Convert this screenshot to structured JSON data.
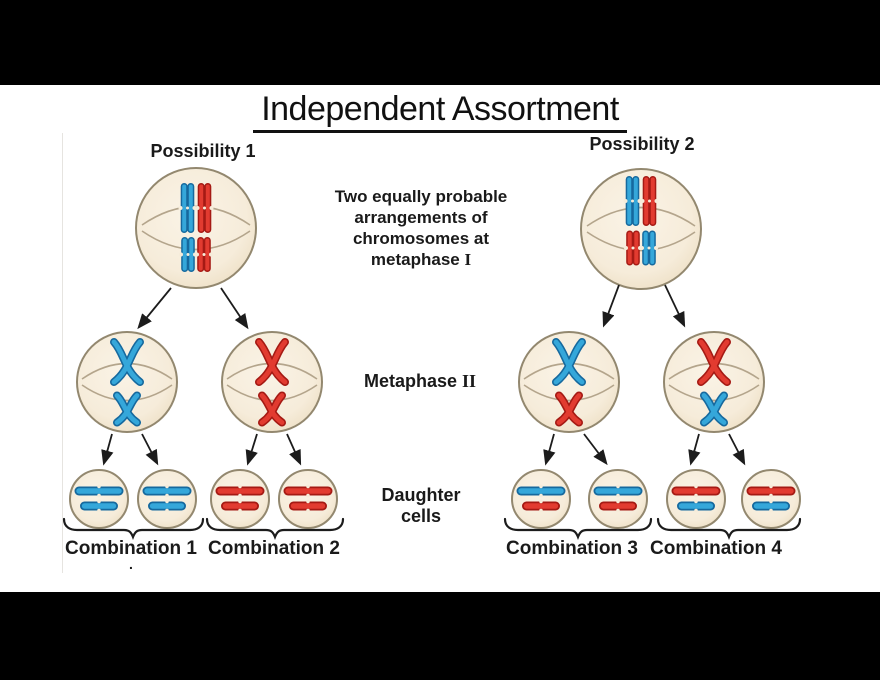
{
  "title": "Independent Assortment",
  "labels": {
    "possibility_1": "Possibility 1",
    "possibility_2": "Possibility 2",
    "metaphase1_annotation": "Two equally probable\narrangements of\nchromosomes at\nmetaphase",
    "metaphase1_numeral": "I",
    "metaphase2_label": "Metaphase",
    "metaphase2_numeral": "II",
    "daughter_cells": "Daughter\ncells",
    "combination_1": "Combination 1",
    "combination_2": "Combination 2",
    "combination_3": "Combination 3",
    "combination_4": "Combination 4",
    "stray_mark": "."
  },
  "colors": {
    "blue_fill": "#35a7da",
    "blue_outline": "#16699e",
    "red_fill": "#e23b30",
    "red_outline": "#a51a14",
    "cell_fill": "#f6ecda",
    "cell_outline": "#93886f",
    "spindle": "#b4a58c",
    "arrow": "#1c1c1c",
    "letterbox": "#000000",
    "slide_background": "#ffffff"
  },
  "diagram": {
    "metaphase1_cells": [
      {
        "possibility": 1,
        "top_pair": [
          "blue",
          "red"
        ],
        "bottom_pair": [
          "blue",
          "red"
        ]
      },
      {
        "possibility": 2,
        "top_pair": [
          "blue",
          "red"
        ],
        "bottom_pair": [
          "red",
          "blue"
        ]
      }
    ],
    "metaphase2_cells": [
      {
        "chromosomes_top_to_bottom": [
          "blue",
          "blue"
        ]
      },
      {
        "chromosomes_top_to_bottom": [
          "red",
          "red"
        ]
      },
      {
        "chromosomes_top_to_bottom": [
          "blue",
          "red"
        ]
      },
      {
        "chromosomes_top_to_bottom": [
          "red",
          "blue"
        ]
      }
    ],
    "daughter_cells": [
      {
        "combination": 1,
        "chromosomes": [
          "blue",
          "blue"
        ]
      },
      {
        "combination": 1,
        "chromosomes": [
          "blue",
          "blue"
        ]
      },
      {
        "combination": 2,
        "chromosomes": [
          "red",
          "red"
        ]
      },
      {
        "combination": 2,
        "chromosomes": [
          "red",
          "red"
        ]
      },
      {
        "combination": 3,
        "chromosomes": [
          "blue",
          "red"
        ]
      },
      {
        "combination": 3,
        "chromosomes": [
          "blue",
          "red"
        ]
      },
      {
        "combination": 4,
        "chromosomes": [
          "red",
          "blue"
        ]
      },
      {
        "combination": 4,
        "chromosomes": [
          "red",
          "blue"
        ]
      }
    ]
  }
}
